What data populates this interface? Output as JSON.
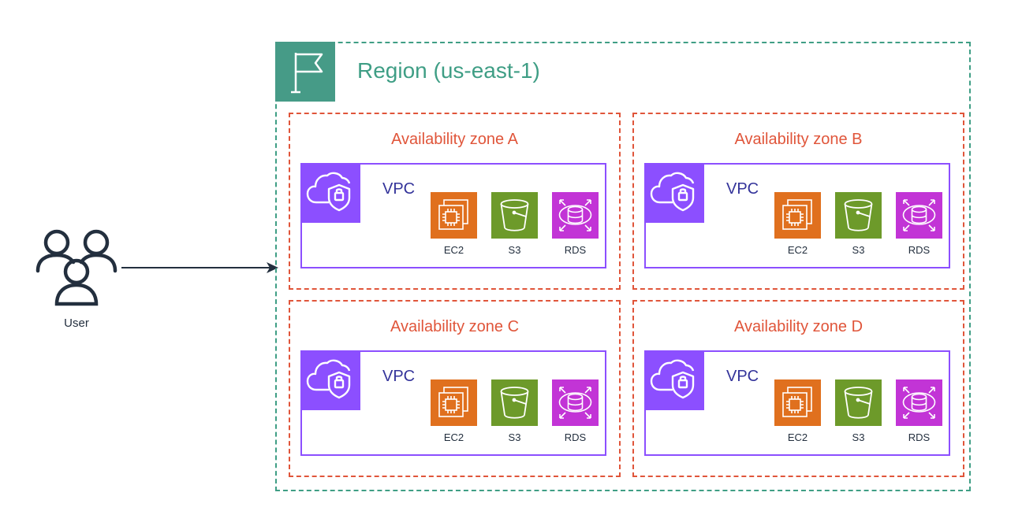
{
  "user": {
    "label": "User"
  },
  "region": {
    "title": "Region (us-east-1)"
  },
  "zones": [
    {
      "title": "Availability zone A",
      "vpc_label": "VPC",
      "services": [
        "EC2",
        "S3",
        "RDS"
      ]
    },
    {
      "title": "Availability zone B",
      "vpc_label": "VPC",
      "services": [
        "EC2",
        "S3",
        "RDS"
      ]
    },
    {
      "title": "Availability zone C",
      "vpc_label": "VPC",
      "services": [
        "EC2",
        "S3",
        "RDS"
      ]
    },
    {
      "title": "Availability zone D",
      "vpc_label": "VPC",
      "services": [
        "EC2",
        "S3",
        "RDS"
      ]
    }
  ],
  "colors": {
    "region": "#3f9e85",
    "zone": "#e0553a",
    "vpc": "#8c4fff",
    "ec2": "#e0701e",
    "s3": "#6d9a2a",
    "rds": "#c234d6"
  },
  "icons": [
    "users-icon",
    "flag-icon",
    "vpc-cloud-shield-icon",
    "ec2-chip-icon",
    "s3-bucket-icon",
    "rds-database-icon"
  ]
}
